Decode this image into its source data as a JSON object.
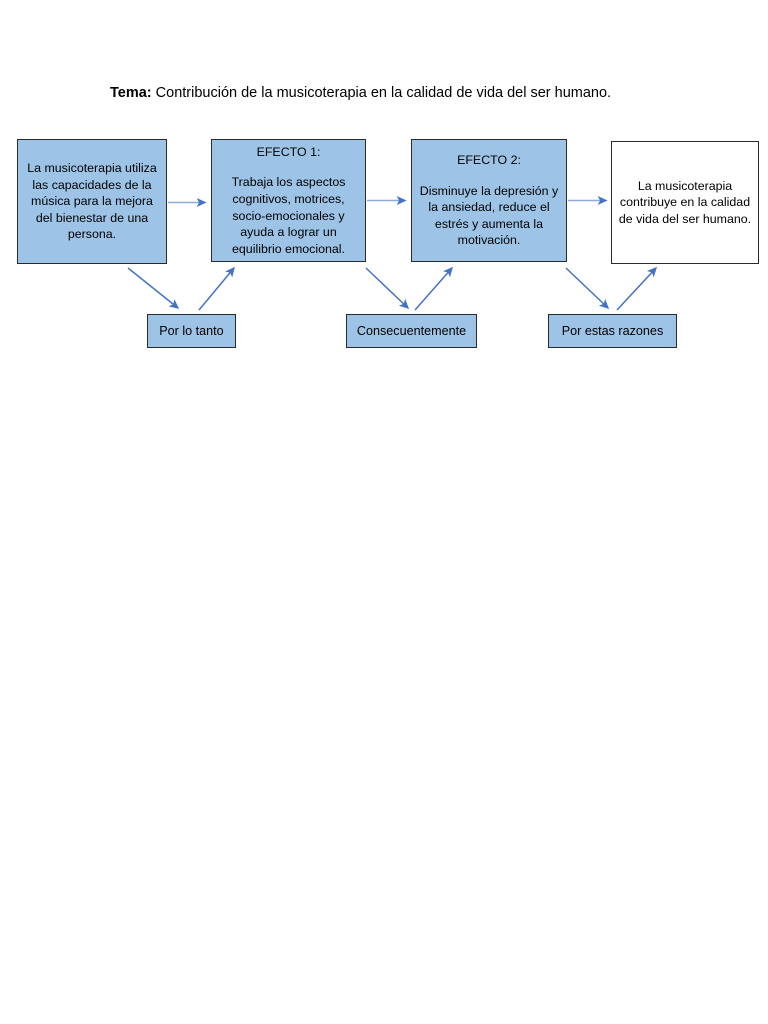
{
  "document": {
    "title_label": "Tema:",
    "title_text": " Contribución de la musicoterapia en la calidad de vida del ser humano."
  },
  "colors": {
    "box_fill": "#9DC3E6",
    "box_border": "#2A2A2A",
    "arrow": "#4472C4",
    "arrow_light": "#8FAADC",
    "page_background": "#FFFFFF"
  },
  "diagram": {
    "type": "flowchart",
    "nodes": [
      {
        "id": "node-0",
        "heading": "",
        "body": "La musicoterapia utiliza las capacidades de la música para la mejora del bienestar de una persona.",
        "fill": "#9DC3E6"
      },
      {
        "id": "node-1",
        "heading": "EFECTO 1:",
        "body": "Trabaja los aspectos cognitivos, motrices, socio-emocionales y ayuda a lograr un equilibrio emocional.",
        "fill": "#9DC3E6"
      },
      {
        "id": "node-2",
        "heading": "EFECTO 2:",
        "body": "Disminuye la depresión y la ansiedad, reduce el estrés y aumenta la motivación.",
        "fill": "#9DC3E6"
      },
      {
        "id": "node-3",
        "heading": "",
        "body": "La musicoterapia contribuye en la calidad de vida del ser humano.",
        "fill": "#FFFFFF"
      }
    ],
    "connectors": [
      {
        "id": "conn-0",
        "label": "Por lo tanto"
      },
      {
        "id": "conn-1",
        "label": "Consecuentemente"
      },
      {
        "id": "conn-2",
        "label": "Por estas razones"
      }
    ],
    "edges": [
      {
        "from": "node-0",
        "to": "node-1",
        "style": "horizontal-arrow"
      },
      {
        "from": "node-1",
        "to": "node-2",
        "style": "horizontal-arrow"
      },
      {
        "from": "node-2",
        "to": "node-3",
        "style": "horizontal-arrow"
      },
      {
        "from": "node-0",
        "to": "conn-0",
        "style": "diagonal-arrow-down"
      },
      {
        "from": "conn-0",
        "to": "node-1",
        "style": "diagonal-arrow-up"
      },
      {
        "from": "node-1",
        "to": "conn-1",
        "style": "diagonal-arrow-down"
      },
      {
        "from": "conn-1",
        "to": "node-2",
        "style": "diagonal-arrow-up"
      },
      {
        "from": "node-2",
        "to": "conn-2",
        "style": "diagonal-arrow-down"
      },
      {
        "from": "conn-2",
        "to": "node-3",
        "style": "diagonal-arrow-up"
      }
    ]
  }
}
